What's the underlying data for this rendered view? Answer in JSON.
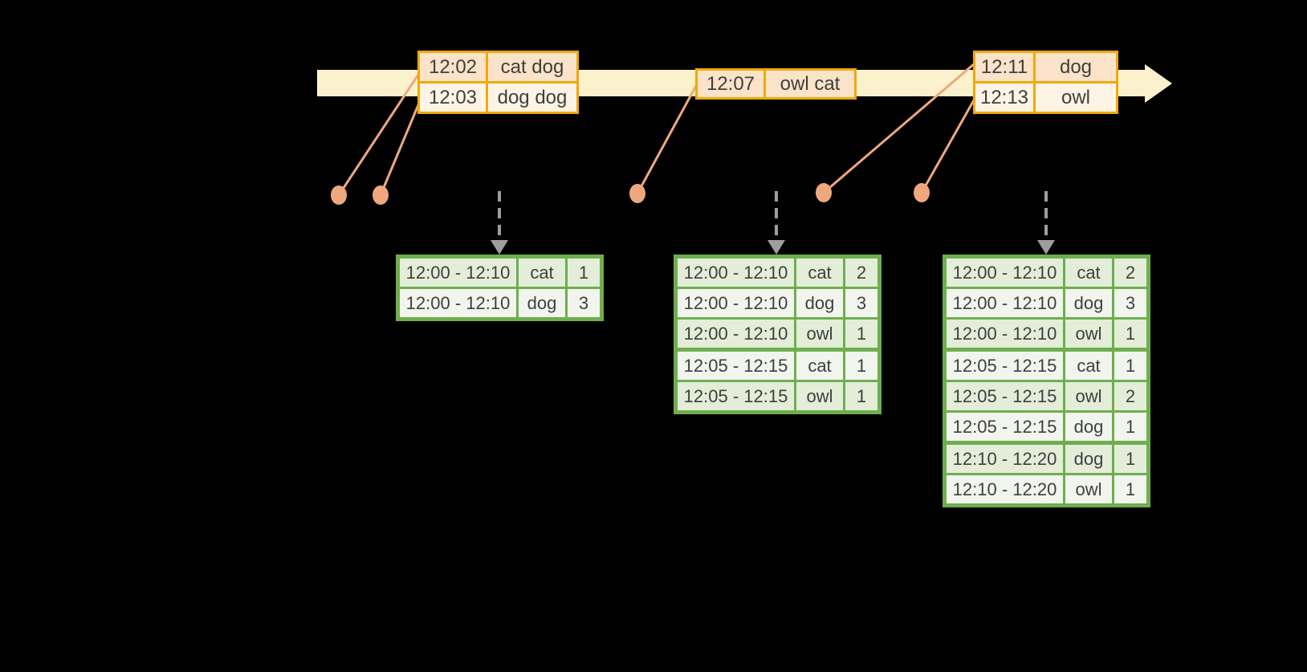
{
  "diagram": {
    "events": [
      {
        "rows": [
          {
            "time": "12:02",
            "words": "cat dog"
          },
          {
            "time": "12:03",
            "words": "dog dog"
          }
        ]
      },
      {
        "rows": [
          {
            "time": "12:07",
            "words": "owl cat"
          }
        ]
      },
      {
        "rows": [
          {
            "time": "12:11",
            "words": "dog"
          },
          {
            "time": "12:13",
            "words": "owl"
          }
        ]
      }
    ],
    "results": [
      {
        "rows": [
          {
            "window": "12:00 - 12:10",
            "word": "cat",
            "count": "1"
          },
          {
            "window": "12:00 - 12:10",
            "word": "dog",
            "count": "3"
          }
        ]
      },
      {
        "rows": [
          {
            "window": "12:00 - 12:10",
            "word": "cat",
            "count": "2"
          },
          {
            "window": "12:00 - 12:10",
            "word": "dog",
            "count": "3"
          },
          {
            "window": "12:00 - 12:10",
            "word": "owl",
            "count": "1"
          },
          {
            "window": "12:05 - 12:15",
            "word": "cat",
            "count": "1"
          },
          {
            "window": "12:05 - 12:15",
            "word": "owl",
            "count": "1"
          }
        ]
      },
      {
        "rows": [
          {
            "window": "12:00 - 12:10",
            "word": "cat",
            "count": "2"
          },
          {
            "window": "12:00 - 12:10",
            "word": "dog",
            "count": "3"
          },
          {
            "window": "12:00 - 12:10",
            "word": "owl",
            "count": "1"
          },
          {
            "window": "12:05 - 12:15",
            "word": "cat",
            "count": "1"
          },
          {
            "window": "12:05 - 12:15",
            "word": "owl",
            "count": "2"
          },
          {
            "window": "12:05 - 12:15",
            "word": "dog",
            "count": "1"
          },
          {
            "window": "12:10 - 12:20",
            "word": "dog",
            "count": "1"
          },
          {
            "window": "12:10 - 12:20",
            "word": "owl",
            "count": "1"
          }
        ]
      }
    ],
    "colors": {
      "background": "#000000",
      "timeline_arrow": "#FBF1CD",
      "event_border": "#EFA909",
      "event_row_dark": "#FAE3C8",
      "event_row_light": "#FDF4E5",
      "result_border": "#6FAE4E",
      "result_row_green": "#E3EDD8",
      "result_row_light": "#F1F5ED",
      "connector": "#EFA87E",
      "trigger_arrow": "#9E9E9E",
      "text": "#3F3F3F"
    }
  }
}
